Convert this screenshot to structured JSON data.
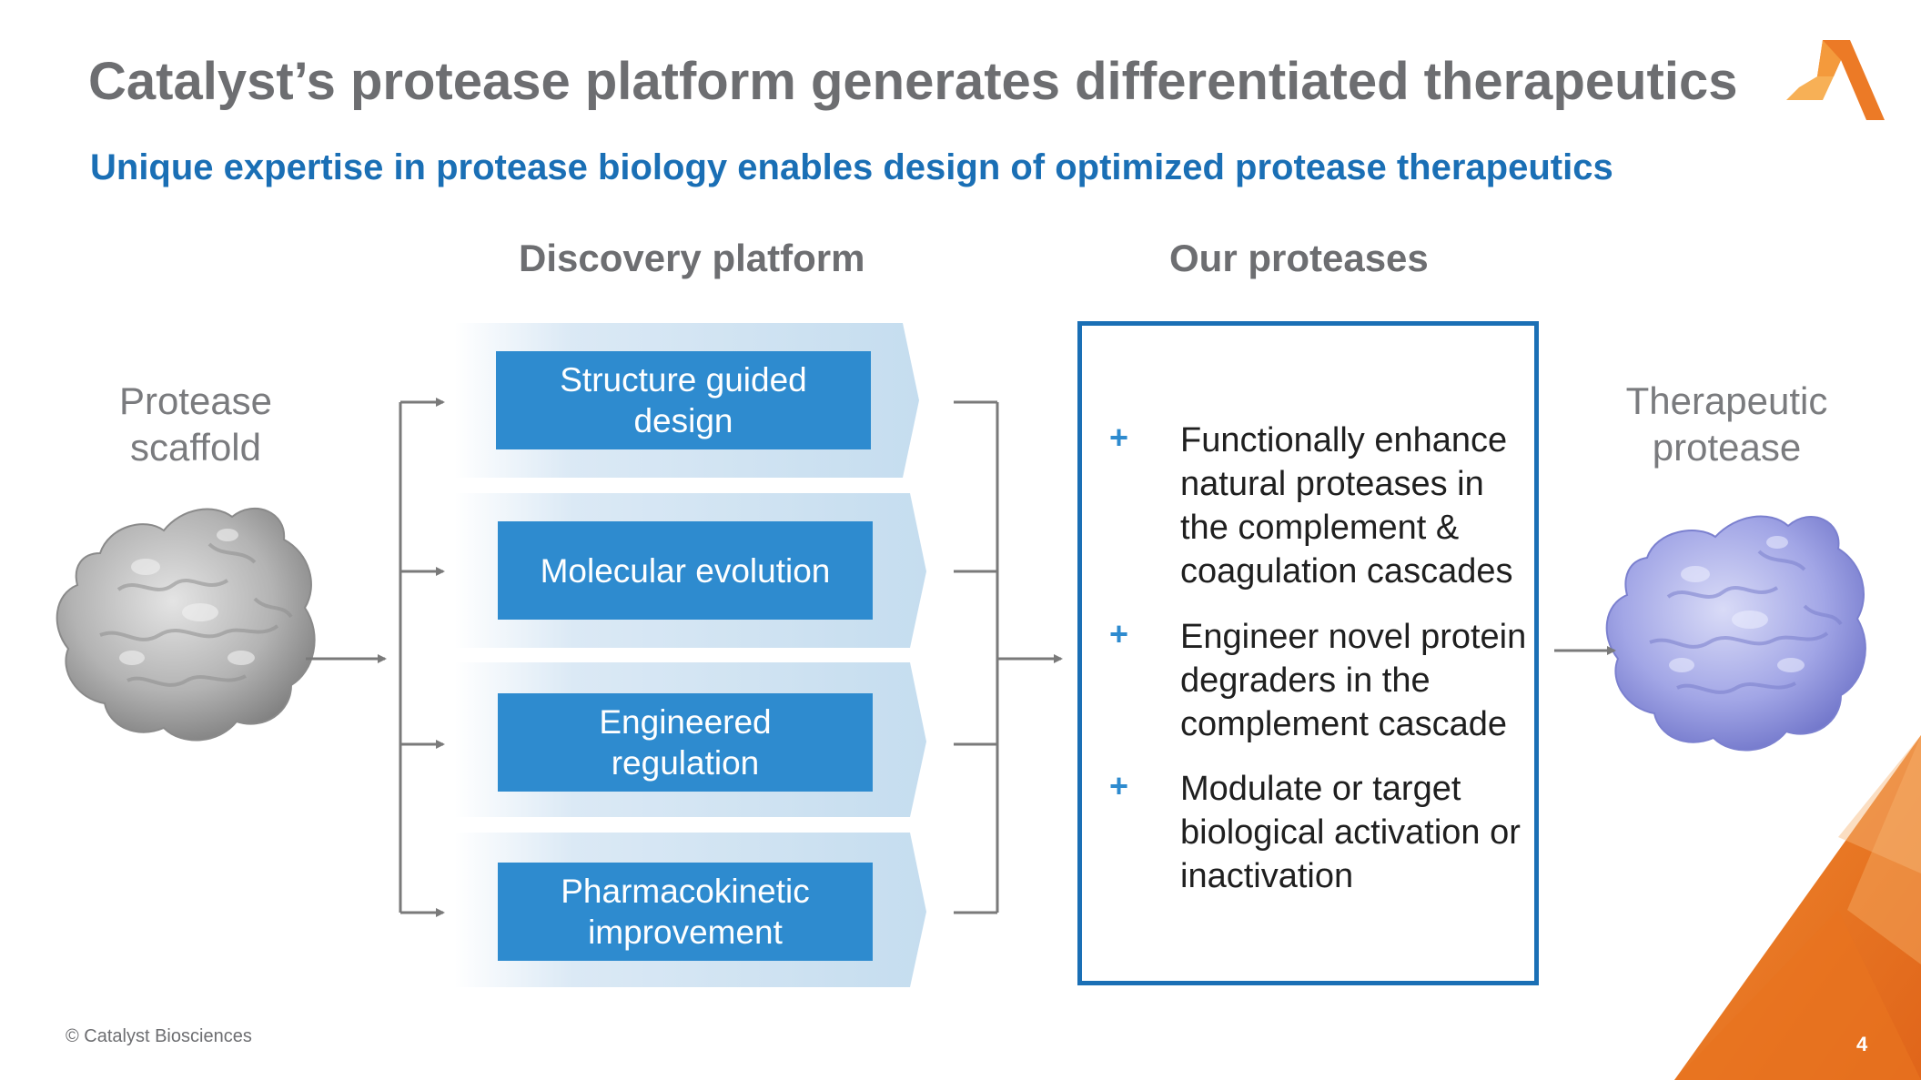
{
  "slide": {
    "title": "Catalyst’s protease platform generates differentiated therapeutics",
    "subtitle": "Unique expertise in protease biology enables design of optimized protease therapeutics",
    "footer": "© Catalyst Biosciences",
    "page_number": "4"
  },
  "left": {
    "label_line1": "Protease",
    "label_line2": "scaffold"
  },
  "right": {
    "label_line1": "Therapeutic",
    "label_line2": "protease"
  },
  "discovery": {
    "heading": "Discovery platform",
    "methods": [
      {
        "line1": "Structure guided",
        "line2": "design"
      },
      {
        "line1": "Molecular evolution",
        "line2": ""
      },
      {
        "line1": "Engineered",
        "line2": "regulation"
      },
      {
        "line1": "Pharmacokinetic",
        "line2": "improvement"
      }
    ]
  },
  "proteases": {
    "heading": "Our proteases",
    "bullet_symbol": "+",
    "bullets": [
      {
        "lines": [
          "Functionally enhance",
          "natural proteases in",
          "the complement &",
          "coagulation cascades"
        ]
      },
      {
        "lines": [
          "Engineer novel protein",
          "degraders in the",
          "complement cascade"
        ]
      },
      {
        "lines": [
          "Modulate or target",
          "biological activation or",
          "inactivation"
        ]
      }
    ]
  },
  "colors": {
    "title_gray": "#6d6e71",
    "subtitle_blue": "#1a6fb5",
    "method_box_blue": "#2e8bcf",
    "chevron_light_blue": "#c5ddef",
    "accent_orange": "#ec7a26",
    "scaffold_gray": "#a9a9a9",
    "therapeutic_lavender": "#9ea3e3"
  },
  "icons": {
    "logo": "catalyst-logo-icon",
    "scaffold": "protein-surface-gray-icon",
    "therapeutic": "protein-surface-lavender-icon"
  }
}
